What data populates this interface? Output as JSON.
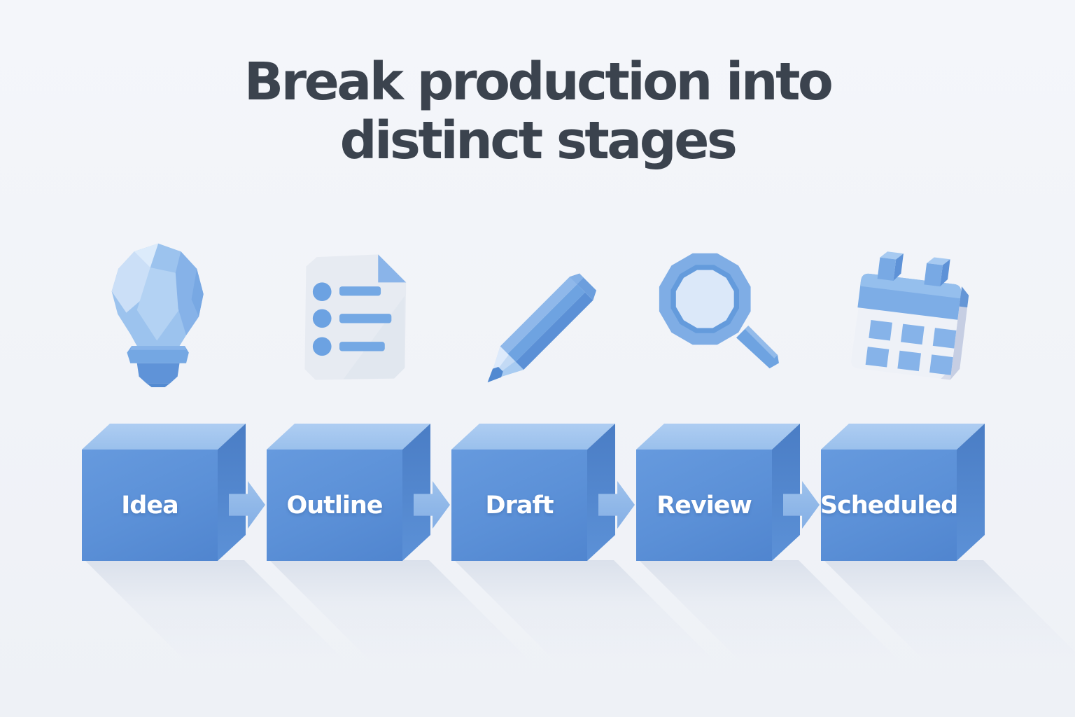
{
  "title": {
    "line1": "Break production into",
    "line2": "distinct stages"
  },
  "stages": [
    {
      "label": "Idea",
      "icon": "lightbulb-icon"
    },
    {
      "label": "Outline",
      "icon": "document-list-icon"
    },
    {
      "label": "Draft",
      "icon": "pencil-icon"
    },
    {
      "label": "Review",
      "icon": "magnifying-glass-icon"
    },
    {
      "label": "Scheduled",
      "icon": "calendar-icon"
    }
  ],
  "colors": {
    "background": "#f2f4f8",
    "title": "#3b434e",
    "cube_front": "#5b90d7",
    "cube_top": "#a2c6ef",
    "cube_side": "#4a7dc5",
    "arrow": "#84afe5",
    "label_text": "#ffffff",
    "icon_blue": "#74a8e4",
    "icon_light": "#cbdff7",
    "paper": "#e7ebf2",
    "shadow": "#dbe1ec"
  }
}
